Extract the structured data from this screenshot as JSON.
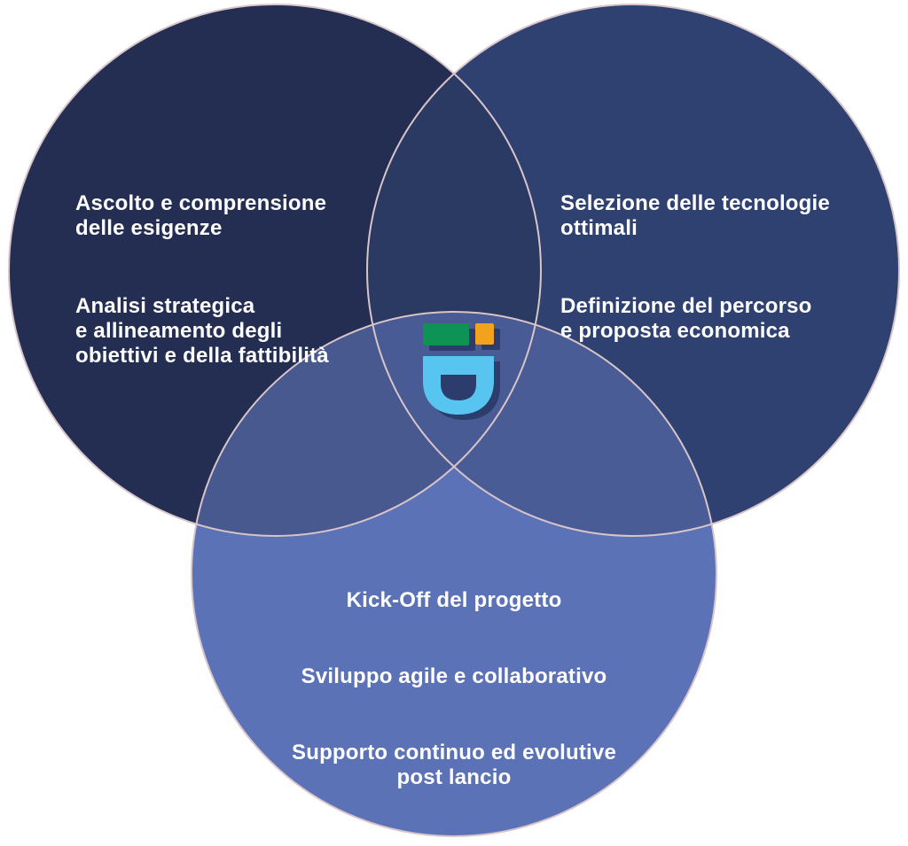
{
  "diagram": {
    "type": "venn-3-circles",
    "colors": {
      "background": "#ffffff",
      "outline": "#d8c4c9",
      "left_only": "#232e52",
      "right_only": "#2e4170",
      "top_overlap": "#2b3a62",
      "bottom_only": "#5b72b6",
      "bottom_left_overlap": "#47598f",
      "bottom_right_overlap": "#4a5c96",
      "center_overlap": "#485b94",
      "text": "#ffffff"
    },
    "left_circle": {
      "items": [
        "Ascolto e comprensione\ndelle esigenze",
        "Analisi strategica\ne allineamento degli\nobiettivi e della fattibilità"
      ]
    },
    "right_circle": {
      "items": [
        "Selezione delle tecnologie\nottimali",
        "Definizione del percorso\ne proposta economica"
      ]
    },
    "bottom_circle": {
      "items": [
        "Kick-Off del progetto",
        "Sviluppo agile e collaborativo",
        "Supporto continuo ed evolutive\npost lancio"
      ]
    }
  },
  "logo": {
    "colors": {
      "green": "#0d9355",
      "orange": "#f2a21c",
      "cyan": "#57c5ef",
      "shadow": "#2b3c6d"
    }
  }
}
